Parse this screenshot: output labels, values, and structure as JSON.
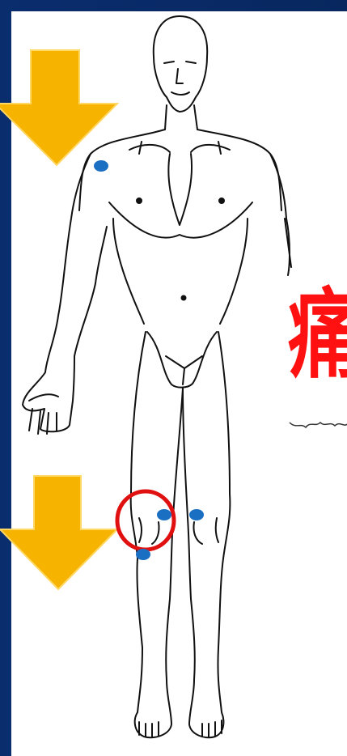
{
  "overlay_text": "痛",
  "colors": {
    "background": "#0a2d6e",
    "paper": "#ffffff",
    "arrow": "#f6b400",
    "arrow_outline": "#ffd764",
    "marker": "#1a6fc2",
    "circle": "#e01010",
    "text": "#ff1111",
    "line": "#111111"
  },
  "arrows": [
    "arrow-down-upper",
    "arrow-down-lower"
  ],
  "markers": [
    "marker-shoulder",
    "marker-knee-left",
    "marker-knee-right",
    "marker-shin"
  ]
}
